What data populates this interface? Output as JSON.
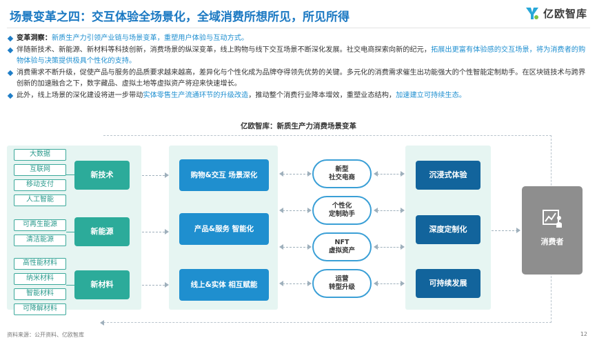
{
  "header": {
    "title": "场景变革之四：交互体验全场景化，全域消费所想所见，所见所得",
    "logo_text": "亿欧智库"
  },
  "bullets": [
    {
      "lead": "变革洞察：",
      "text": "新质生产力引领产业链与场景变革，重塑用户体验与互动方式。"
    },
    {
      "part1": "伴随新技术、新能源、新材料等科技创新，消费场景的纵深变革，线上购物与线下交互场景不断深化发展。社交电商探索向新的纪元，",
      "hl1": "拓展出更富有体验感的交互场景，将为消费者的购物体验与决策提供极具个性化的支持。"
    },
    {
      "text": "消费需求不断升级，促使产品与服务的品质要求越来越高，差异化与个性化成为品牌夺得领先优势的关键。多元化的消费需求催生出功能强大的个性智能定制助手。在区块链技术与跨界创新的加速融合之下，数字藏品、虚拟土地等虚拟资产将迎来快速增长。"
    },
    {
      "part1": "此外，线上场景的深化建设将进一步带动",
      "hl1": "实体零售生产流通环节的升级改造",
      "part2": "，推动整个消费行业降本增效，重塑业态结构，",
      "hl2": "加速建立可持续生态。"
    }
  ],
  "diagram": {
    "title": "亿欧智库：新质生产力消费场景变革",
    "tech_tags": [
      "大数据",
      "互联网",
      "移动支付",
      "人工智能"
    ],
    "energy_tags": [
      "可再生能源",
      "清洁能源"
    ],
    "material_tags": [
      "高性能材料",
      "纳米材料",
      "智能材料",
      "可降解材料"
    ],
    "groups": [
      "新技术",
      "新能源",
      "新材料"
    ],
    "scenes": [
      "购物&交互 场景深化",
      "产品&服务 智能化",
      "线上&实体 相互赋能"
    ],
    "ovals": [
      {
        "line1": "新型",
        "line2": "社交电商"
      },
      {
        "line1": "个性化",
        "line2": "定制助手"
      },
      {
        "line1": "NFT",
        "line2": "虚拟资产"
      },
      {
        "line1": "运营",
        "line2": "转型升级"
      }
    ],
    "outcomes": [
      "沉浸式体验",
      "深度定制化",
      "可持续发展"
    ],
    "consumer_label": "消费者",
    "colors": {
      "teal": "#2cab9a",
      "blue": "#1f8fcf",
      "navy": "#12649c",
      "gray": "#8e8e8e",
      "title_blue": "#1a78c2"
    }
  },
  "footer": {
    "source": "资料来源：公开资料、亿欧智库",
    "page": "12"
  }
}
